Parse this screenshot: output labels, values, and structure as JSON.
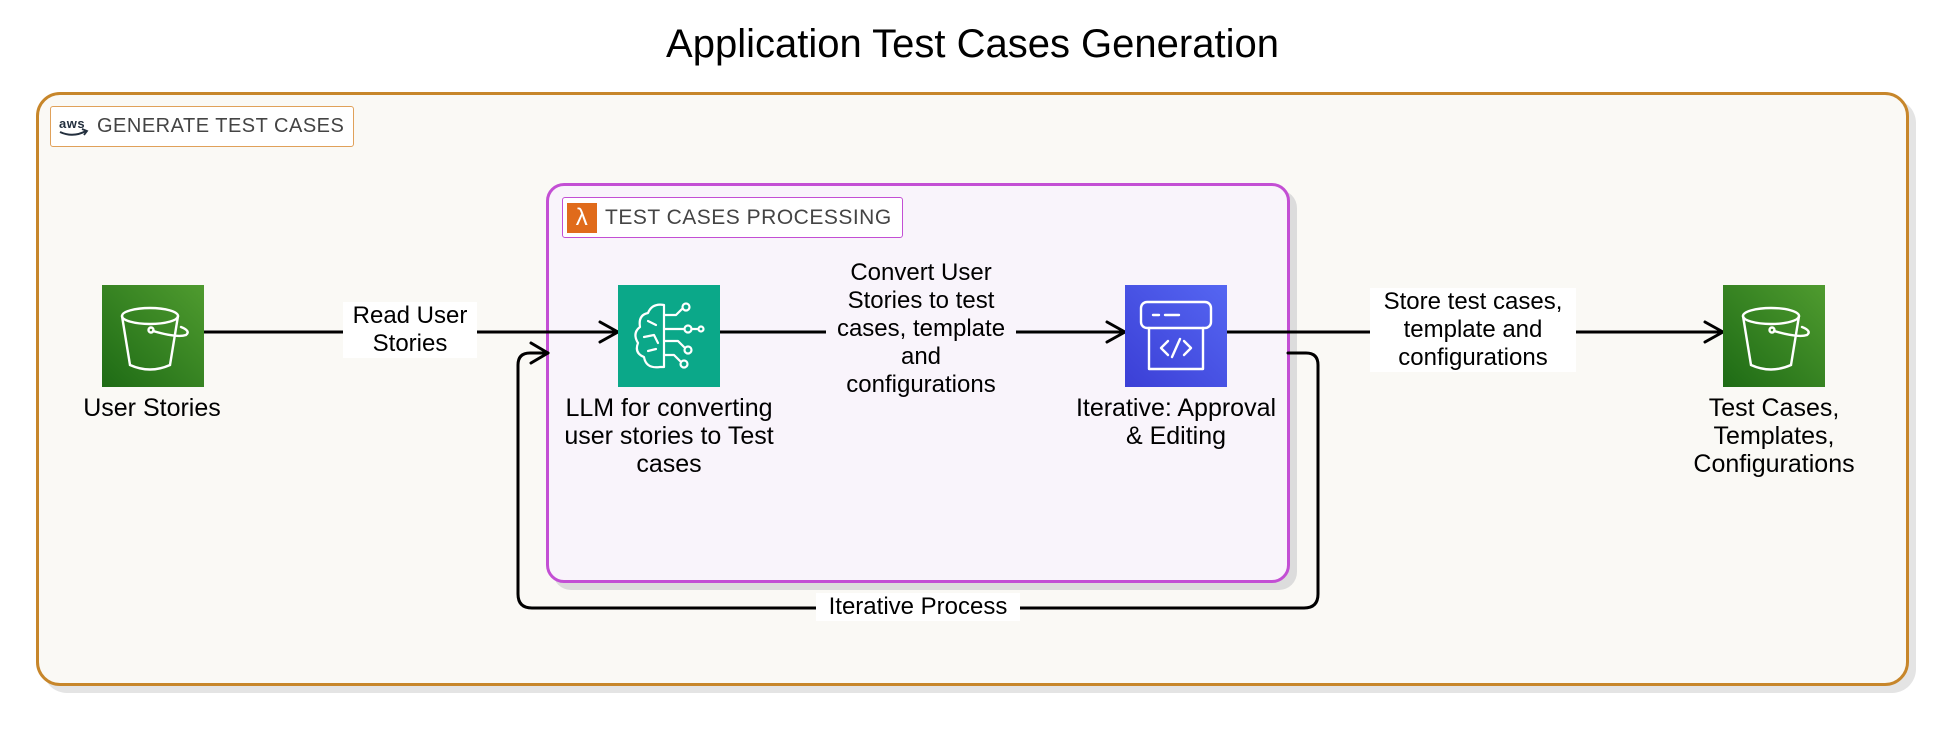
{
  "title": "Application Test Cases Generation",
  "groups": {
    "outer_label": "GENERATE TEST CASES",
    "outer_logo": "aws",
    "inner_label": "TEST CASES PROCESSING",
    "inner_icon": "lambda-icon"
  },
  "nodes": {
    "user_stories": {
      "label": "User Stories",
      "icon": "s3-bucket-icon"
    },
    "llm": {
      "label": "LLM for converting user stories to Test cases",
      "icon": "bedrock-brain-icon"
    },
    "editing": {
      "label": "Iterative: Approval & Editing",
      "icon": "code-editor-icon"
    },
    "outputs": {
      "label": "Test Cases, Templates, Configurations",
      "icon": "s3-bucket-icon"
    }
  },
  "edges": {
    "read": "Read User Stories",
    "convert": "Convert User Stories to test cases, template and configurations",
    "store": "Store test cases, template and configurations",
    "loop": "Iterative Process"
  },
  "colors": {
    "outer_border": "#c7862a",
    "outer_fill": "#faf9f5",
    "inner_border": "#c34fd4",
    "inner_fill": "#f9f4fb",
    "s3_green": "#3f8624",
    "llm_teal": "#0ba889",
    "editor_blue": "#4a55e6",
    "lambda_orange": "#e06b1b"
  }
}
